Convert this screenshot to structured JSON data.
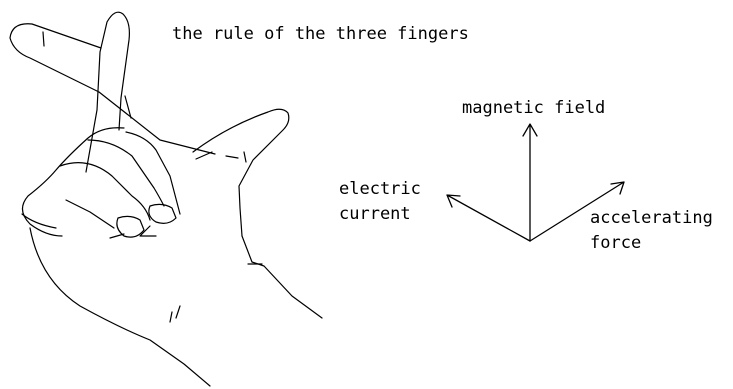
{
  "title": "the rule of the three fingers",
  "labels": {
    "magnetic_field": "magnetic field",
    "electric_current_line1": "electric",
    "electric_current_line2": "current",
    "accelerating_force_line1": "accelerating",
    "accelerating_force_line2": "force"
  },
  "colors": {
    "background": "#ffffff",
    "ink": "#000000"
  }
}
